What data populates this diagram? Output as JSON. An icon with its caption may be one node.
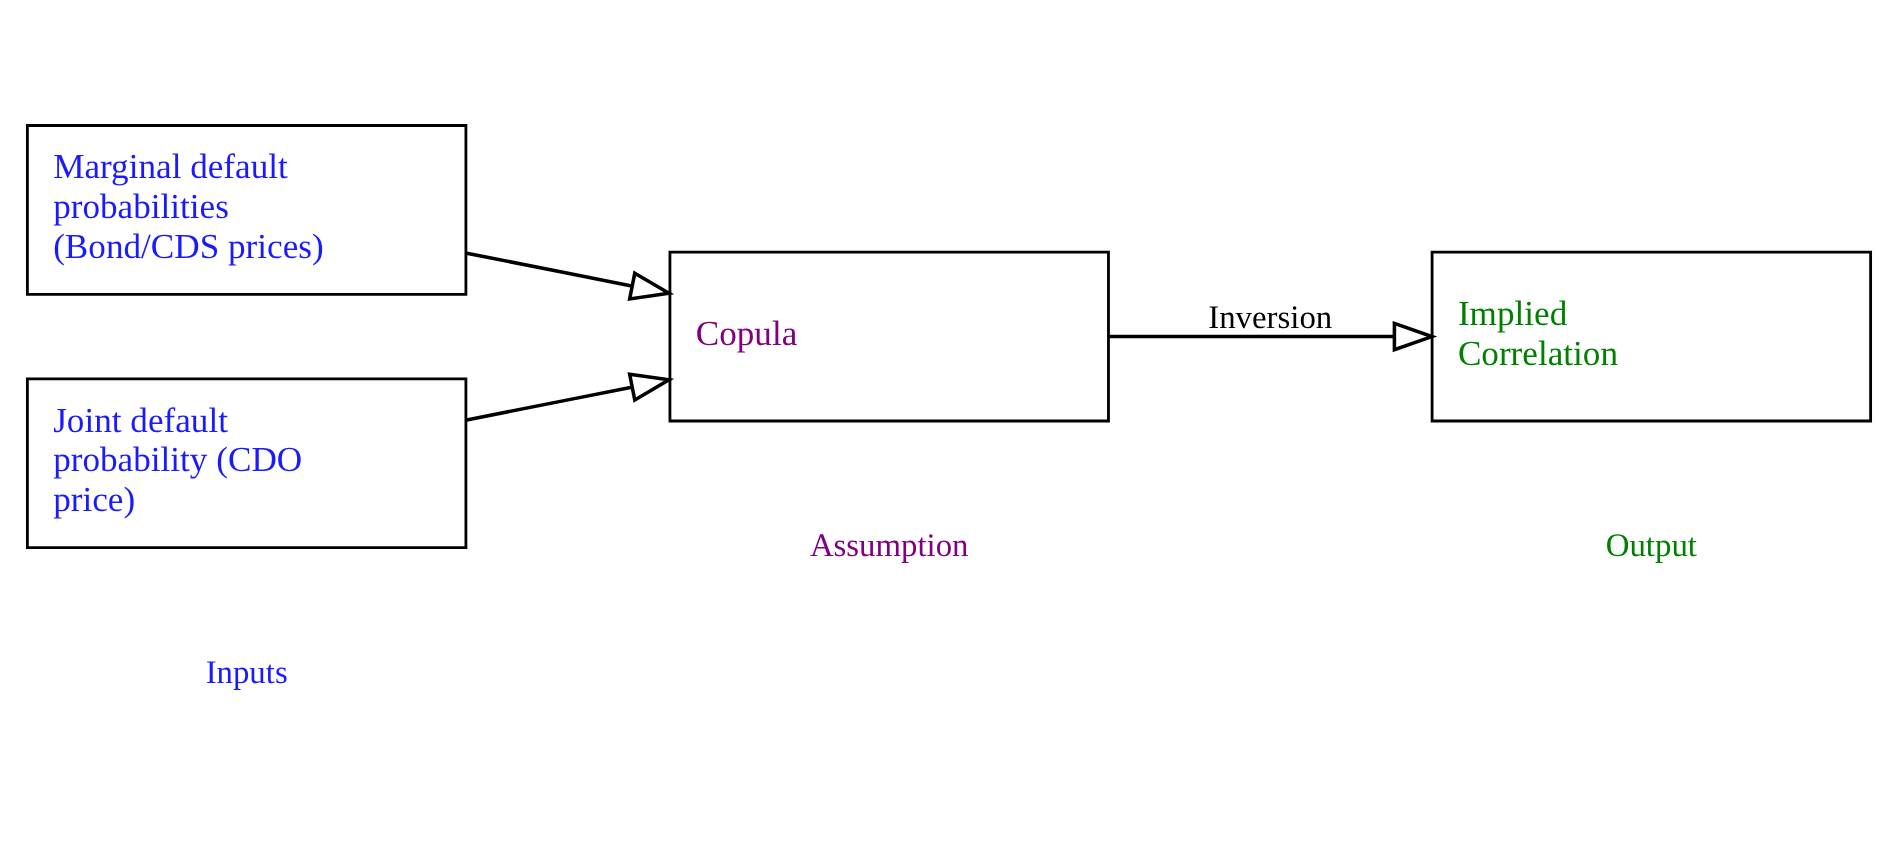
{
  "diagram": {
    "nodes": [
      {
        "text": [
          "Marginal default probabilities (Bond/CDS prices)"
        ]
      },
      {
        "text": [
          "Joint default probability (CDO price)"
        ]
      },
      {
        "text": [
          "Copula"
        ]
      },
      {
        "text": [
          "Implied Correlation"
        ]
      }
    ],
    "edges": [
      {
        "from": 0,
        "to": 2,
        "arrow": "to"
      },
      {
        "from": 1,
        "to": 2,
        "arrow": "to"
      },
      {
        "from": 2,
        "to": 3,
        "arrow": "to",
        "label": "Inversion"
      }
    ],
    "labels": [
      "Inputs",
      "Assumption",
      "Output"
    ]
  }
}
